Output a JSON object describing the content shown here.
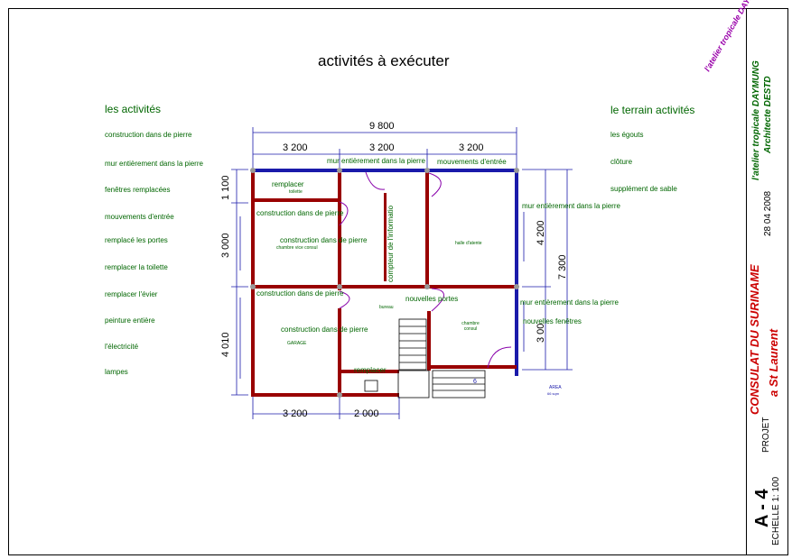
{
  "title": "activités à exécuter",
  "left_panel": {
    "heading": "les activités",
    "items": [
      "construction dans de pierre",
      "mur entièrement dans la pierre",
      "fenêtres remplacées",
      "mouvements d'entrée",
      "remplacé les portes",
      "remplacer la toilette",
      "remplacer l'évier",
      "peinture entière",
      "l'électricité",
      "lampes"
    ]
  },
  "right_panel": {
    "heading": "le terrain activités",
    "items": [
      "les égouts",
      "clôture",
      "supplément de sable"
    ]
  },
  "dimensions": {
    "total_width": "9 800",
    "top_1": "3 200",
    "top_2": "3 200",
    "top_3": "3 200",
    "bottom_1": "3 200",
    "bottom_2": "2 000",
    "left_1": "1 100",
    "left_2": "3 000",
    "left_3": "4 010",
    "right_1": "4 200",
    "right_2": "3 00",
    "right_total": "7 300"
  },
  "plan_labels": {
    "mur_top": "mur entièrement dans la pierre",
    "mouvements": "mouvements d'entrée",
    "remplacer_1": "remplacer",
    "toilette": "toilette",
    "construction_1": "construction dans de pierre",
    "construction_2": "construction dans de pierre",
    "chambre_vice": "chambre vice consul",
    "compteur": "compteur de l'informatio",
    "halle": "halle d'atente",
    "mur_right_1": "mur entièrement dans la pierre",
    "construction_3": "construction dans de pierre",
    "nouvelles_portes": "nouvelles portes",
    "bureau": "bureau",
    "mur_right_2": "mur entièrement dans la pierre",
    "nouvelles_fenetres": "nouvelles fenêtres",
    "construction_4": "construction dans de pierre",
    "chambre_consul": "chambre consul",
    "garage": "GARAGE",
    "remplacer_2": "remplacer",
    "area": "AREA",
    "area_value": "66 sqm",
    "stair_mark": "6"
  },
  "title_block": {
    "sheet": "A - 4",
    "scale": "ECHELLE 1: 100",
    "projet": "PROJET",
    "project_title": "CONSULAT DU SURINAME",
    "location": "a St Laurent",
    "date": "28 04 2008",
    "firm": "l'atelier tropicale DAYMUNG",
    "architect": "Architecte DESTD",
    "logo_text": "l'atelier tropicale DAYMUNG"
  },
  "colors": {
    "text_green": "#006600",
    "dimension": "#1a1aaa",
    "wall_red": "#990000",
    "title_red": "#cc0000",
    "logo_purple": "#9900aa"
  }
}
